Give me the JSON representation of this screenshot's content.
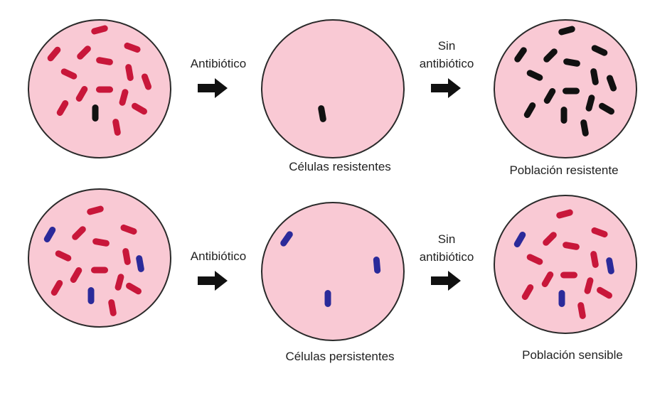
{
  "colors": {
    "dish_fill": "#f9c9d4",
    "dish_stroke": "#2a2a2a",
    "sensitive": "#c8173a",
    "resistant": "#111111",
    "persister": "#2b2a9a",
    "arrow": "#111111"
  },
  "rows": [
    {
      "name": "resistance",
      "step1_label": "Antibiótico",
      "step2_label_line1": "Sin",
      "step2_label_line2": "antibiótico",
      "dish2_caption": "Células resistentes",
      "dish3_caption": "Población resistente"
    },
    {
      "name": "persistence",
      "step1_label": "Antibiótico",
      "step2_label_line1": "Sin",
      "step2_label_line2": "antibiótico",
      "dish2_caption": "Células persistentes",
      "dish3_caption": "Población sensible"
    }
  ]
}
